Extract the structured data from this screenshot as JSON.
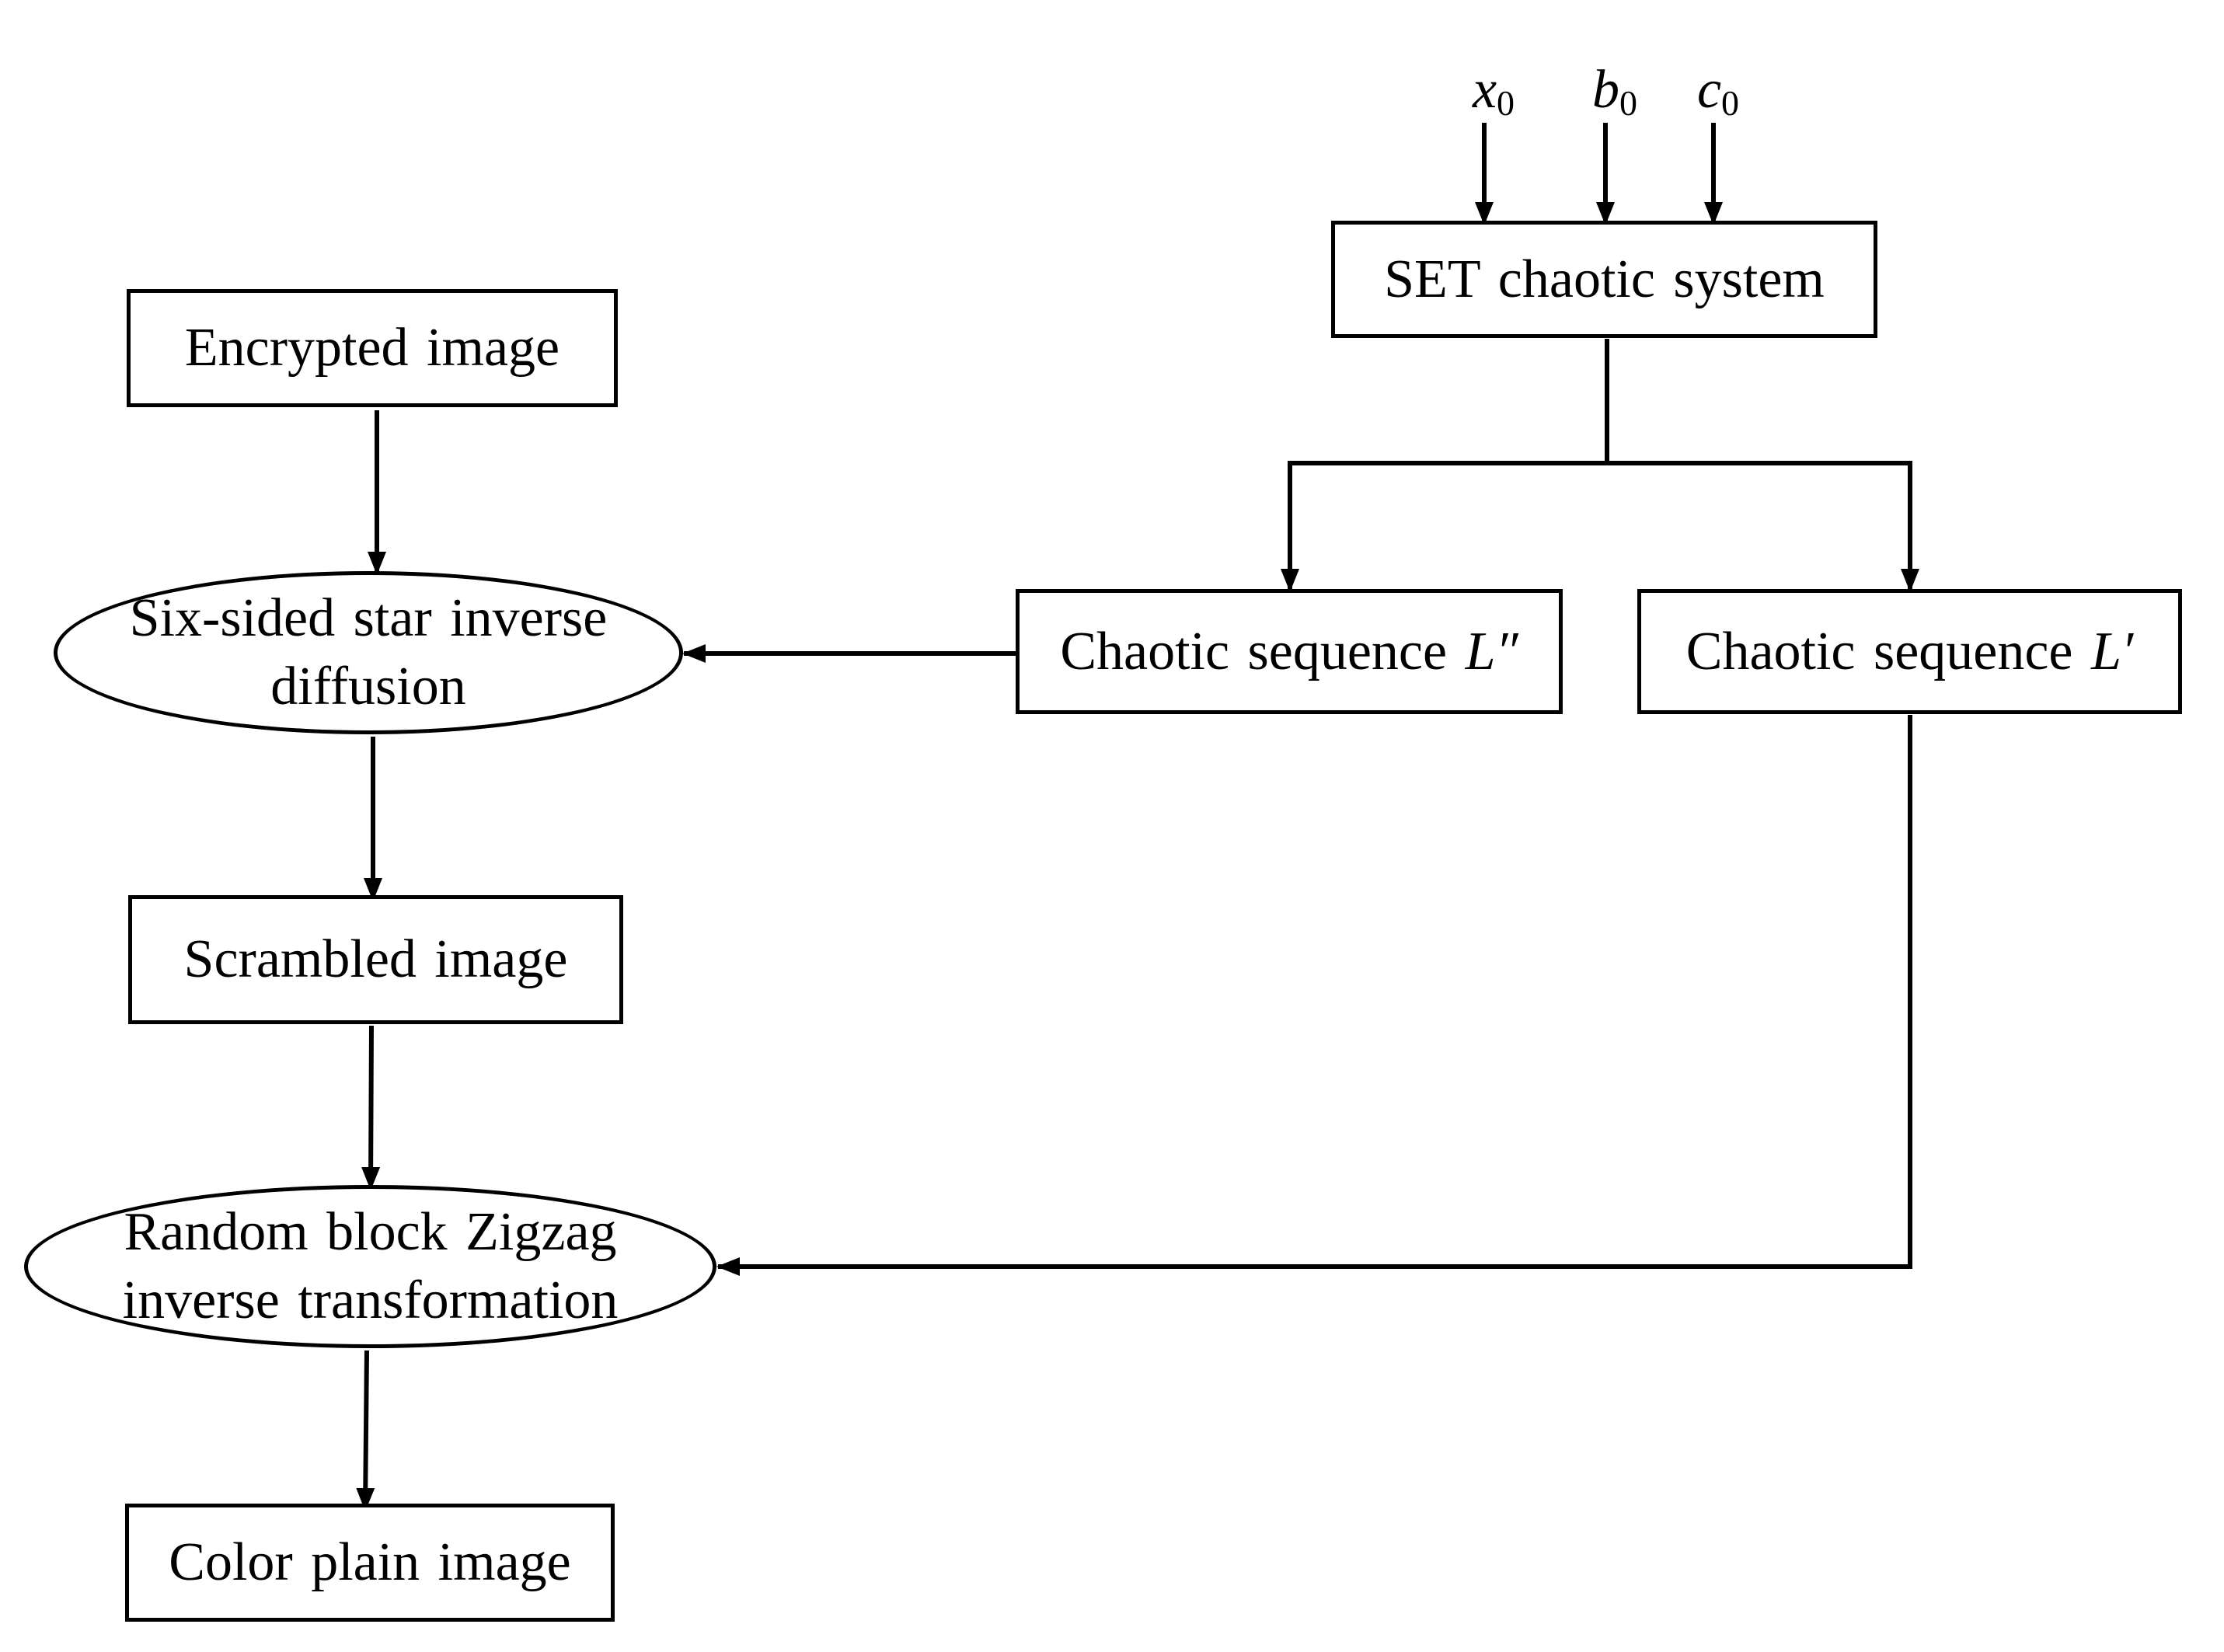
{
  "nodes": {
    "encrypted": "Encrypted image",
    "diffusion": [
      "Six-sided star inverse",
      "diffusion"
    ],
    "scrambled": "Scrambled image",
    "zigzag": [
      "Random block Zigzag",
      "inverse transformation"
    ],
    "plain": "Color plain image",
    "set_system": "SET chaotic system",
    "seq_double_prime": {
      "text": "Chaotic sequence",
      "symbol": "L″"
    },
    "seq_prime": {
      "text": "Chaotic sequence",
      "symbol": "L′"
    }
  },
  "params": [
    {
      "var": "x",
      "sub": "0"
    },
    {
      "var": "b",
      "sub": "0"
    },
    {
      "var": "c",
      "sub": "0"
    }
  ]
}
